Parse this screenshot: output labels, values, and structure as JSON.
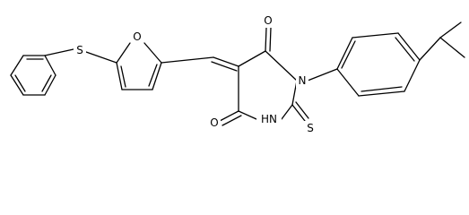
{
  "atoms": {
    "o_furan": "O",
    "s_thioether": "S",
    "n1": "N",
    "nh": "HN",
    "o_upper": "O",
    "o_lower": "O",
    "s_thione": "S"
  }
}
